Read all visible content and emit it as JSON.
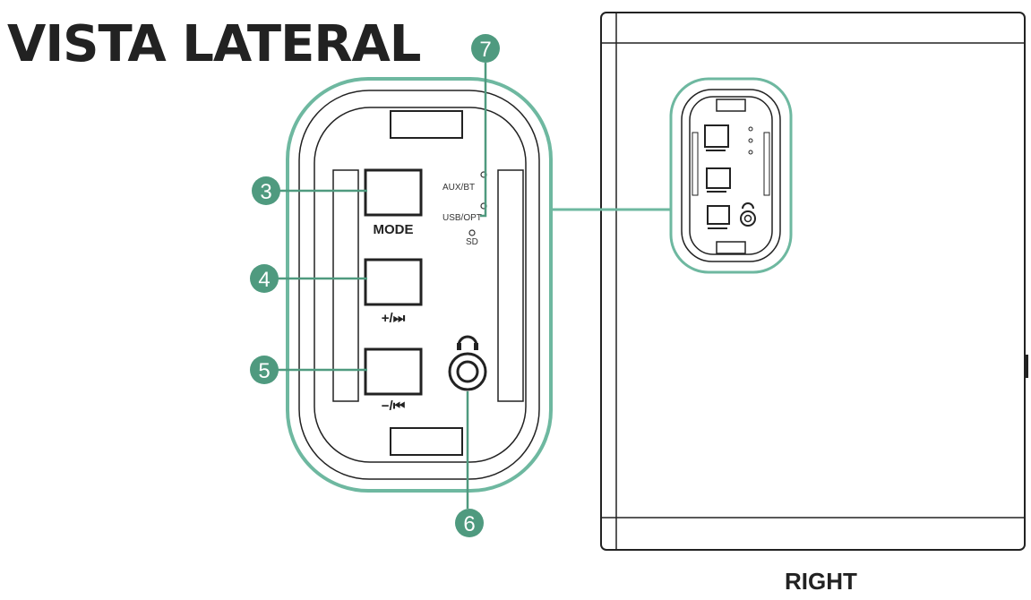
{
  "title": "VISTA LATERAL",
  "side_label": "RIGHT",
  "buttons": {
    "mode": "MODE",
    "plus_next": "+/⏭",
    "minus_prev": "−/⏮"
  },
  "indicators": {
    "aux_bt": "AUX/BT",
    "usb_opt": "USB/OPT",
    "sd": "SD"
  },
  "callouts": {
    "mode_button": "3",
    "volume_up_next": "4",
    "volume_down_prev": "5",
    "headphone_jack": "6",
    "indicators": "7"
  },
  "colors": {
    "accent": "#6eb8a0",
    "callout": "#4f9a7f",
    "line": "#222222"
  },
  "icons": [
    "headphone-icon"
  ]
}
